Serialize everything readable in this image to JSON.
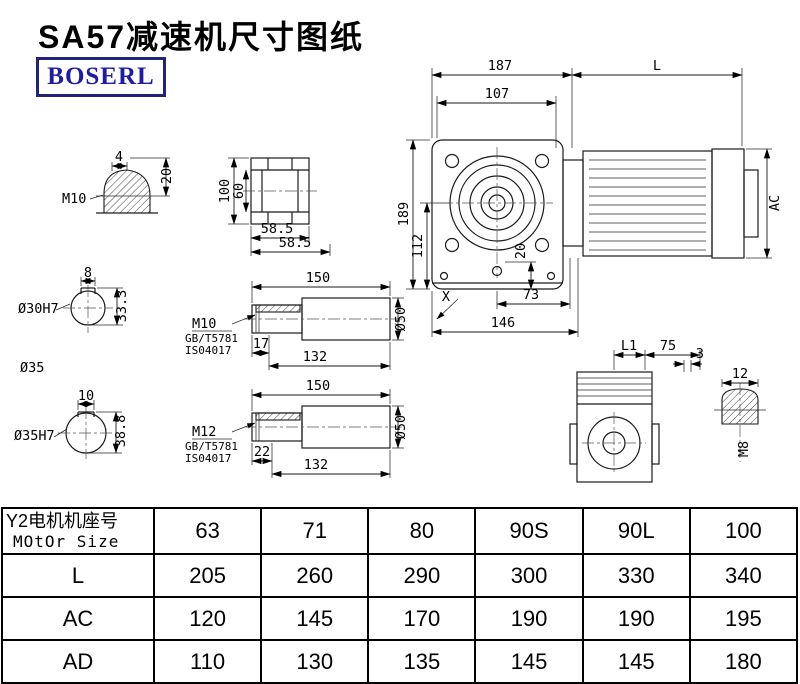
{
  "header": {
    "title": "SA57减速机尺寸图纸",
    "logo": "BOSERL"
  },
  "labels": {
    "keyway_top": {
      "m10": "M10",
      "w4": "4",
      "h20": "20"
    },
    "hub_section": {
      "h100": "100",
      "h60": "60",
      "w585a": "58.5",
      "w585b": "58.5"
    },
    "bore30": {
      "w8": "8",
      "dia": "Ø30H7",
      "h333": "33.3"
    },
    "bore35": {
      "w10": "10",
      "dia": "Ø35H7",
      "dia_ref": "Ø35",
      "h388": "38.8"
    },
    "shaft1": {
      "len150": "150",
      "thread": "M10",
      "std1": "GB/T5781",
      "std2": "IS04017",
      "len17": "17",
      "len132": "132",
      "dia50": "Ø50"
    },
    "shaft2": {
      "len150": "150",
      "thread": "M12",
      "std1": "GB/T5781",
      "std2": "IS04017",
      "len22": "22",
      "len132": "132",
      "dia50": "Ø50"
    },
    "main_view": {
      "w187": "187",
      "wL": "L",
      "w107": "107",
      "h189": "189",
      "h112": "112",
      "h20": "20",
      "w73": "73",
      "w146": "146",
      "x_mark": "X",
      "hAC": "AC"
    },
    "side_view": {
      "wL1": "L1",
      "w75": "75",
      "w3": "3",
      "w12": "12",
      "m8": "M8"
    }
  },
  "table": {
    "motor_label_cn": "Y2电机机座号",
    "motor_label_en": "MOtOr Size",
    "sizes": [
      "63",
      "71",
      "80",
      "90S",
      "90L",
      "100"
    ],
    "rows": [
      {
        "label": "L",
        "values": [
          "205",
          "260",
          "290",
          "300",
          "330",
          "340"
        ]
      },
      {
        "label": "AC",
        "values": [
          "120",
          "145",
          "170",
          "190",
          "190",
          "195"
        ]
      },
      {
        "label": "AD",
        "values": [
          "110",
          "130",
          "135",
          "145",
          "145",
          "180"
        ]
      }
    ]
  }
}
